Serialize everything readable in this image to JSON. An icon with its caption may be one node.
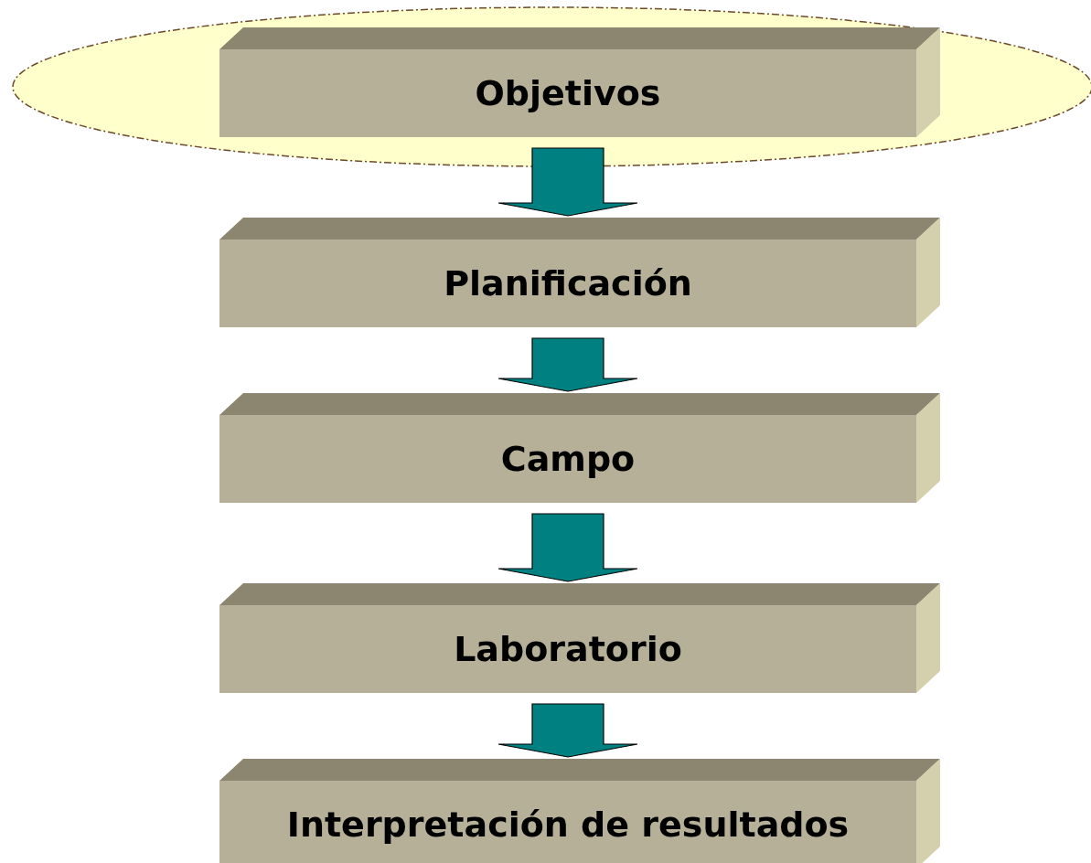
{
  "diagram": {
    "nodes": [
      {
        "text": [
          "Objetivos"
        ]
      },
      {
        "text": [
          "Planificación"
        ]
      },
      {
        "text": [
          "Campo"
        ]
      },
      {
        "text": [
          "Laboratorio"
        ]
      },
      {
        "text": [
          "Interpretación de resultados"
        ]
      }
    ],
    "edges": [
      {
        "from": 0,
        "to": 1,
        "arrow": "to"
      },
      {
        "from": 1,
        "to": 2,
        "arrow": "to"
      },
      {
        "from": 2,
        "to": 3,
        "arrow": "to"
      },
      {
        "from": 3,
        "to": 4,
        "arrow": "to"
      }
    ]
  }
}
